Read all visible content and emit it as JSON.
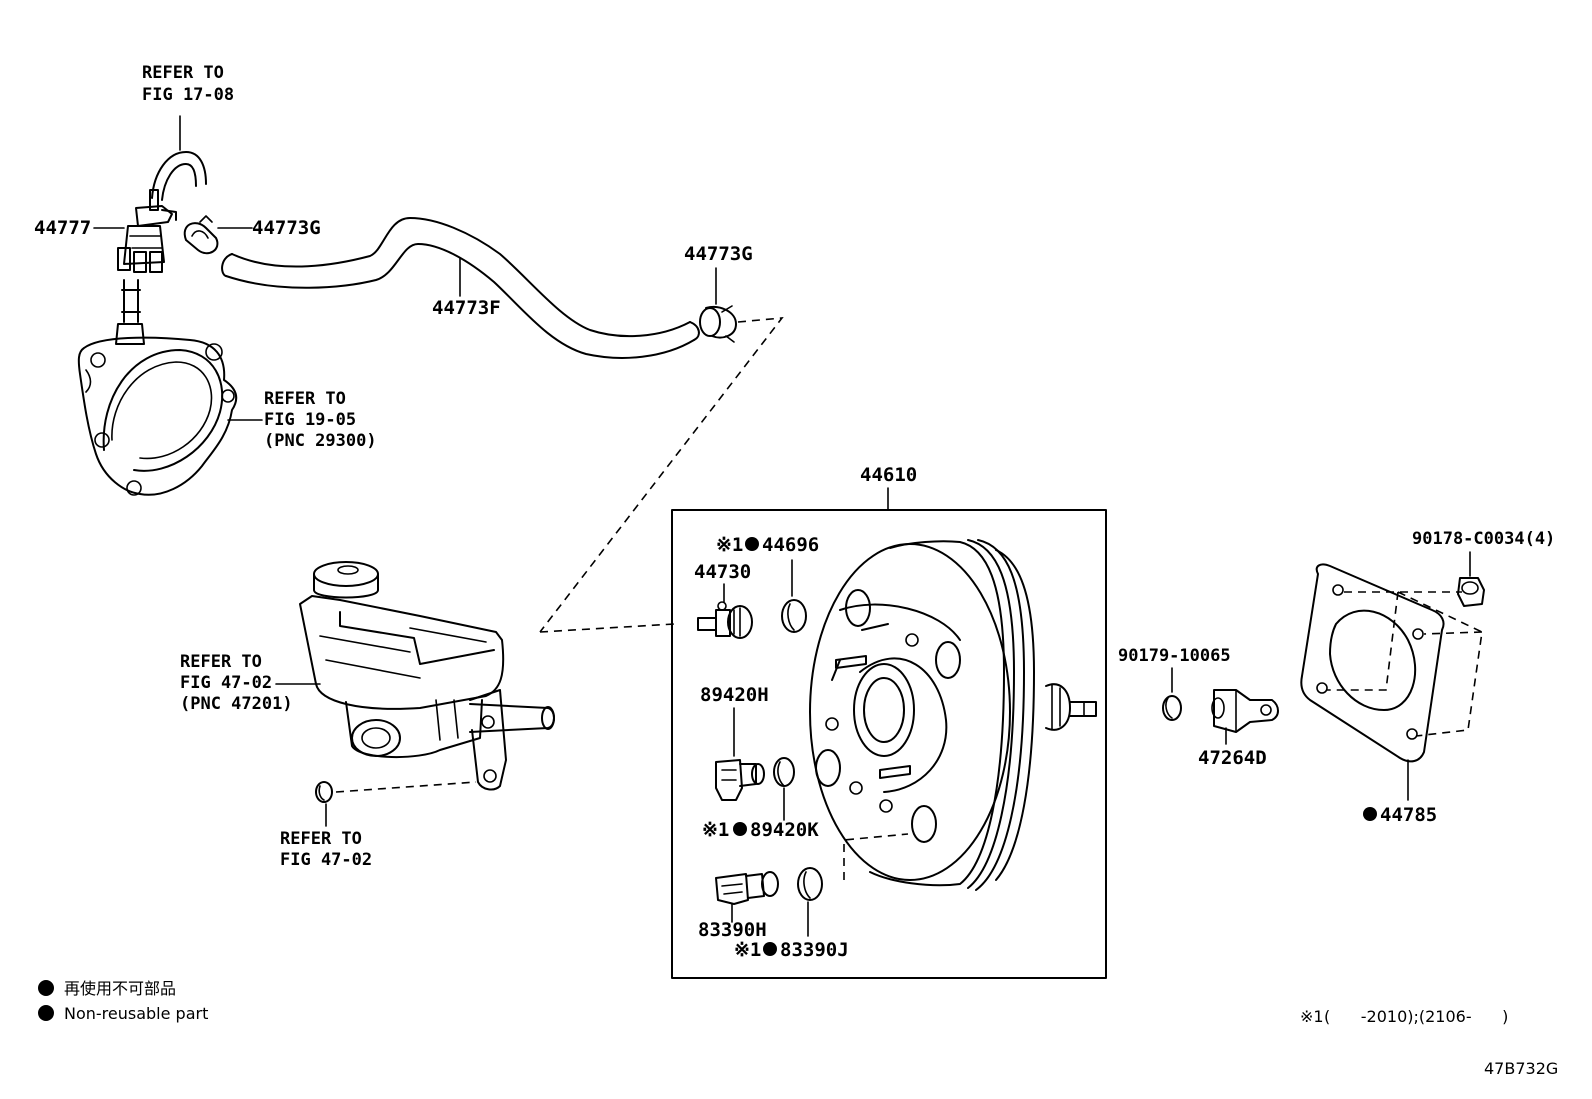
{
  "labels": {
    "refer_17_08_a": "REFER TO",
    "refer_17_08_b": "FIG 17-08",
    "p44777": "44777",
    "p44773G_1": "44773G",
    "p44773F": "44773F",
    "p44773G_2": "44773G",
    "refer_19_05_a": "REFER TO",
    "refer_19_05_b": "FIG 19-05",
    "refer_19_05_c": "(PNC 29300)",
    "p44610": "44610",
    "mark_44696": "※1",
    "p44696": "44696",
    "p44730": "44730",
    "p89420H": "89420H",
    "mark_89420K": "※1",
    "p89420K": "89420K",
    "p83390H": "83390H",
    "mark_83390J": "※1",
    "p83390J": "83390J",
    "refer_47_02_a": "REFER TO",
    "refer_47_02_b": "FIG 47-02",
    "refer_47_02_c": "(PNC 47201)",
    "refer_47_02_2a": "REFER TO",
    "refer_47_02_2b": "FIG 47-02",
    "p90178": "90178-C0034(4)",
    "p90179": "90179-10065",
    "p47264D": "47264D",
    "p44785": "44785"
  },
  "legend": {
    "jp": "再使用不可部品",
    "en": "Non-reusable part"
  },
  "footnote": {
    "mark": "※1",
    "text": "(      -2010);(2106-      )"
  },
  "figure_code": "47B732G"
}
